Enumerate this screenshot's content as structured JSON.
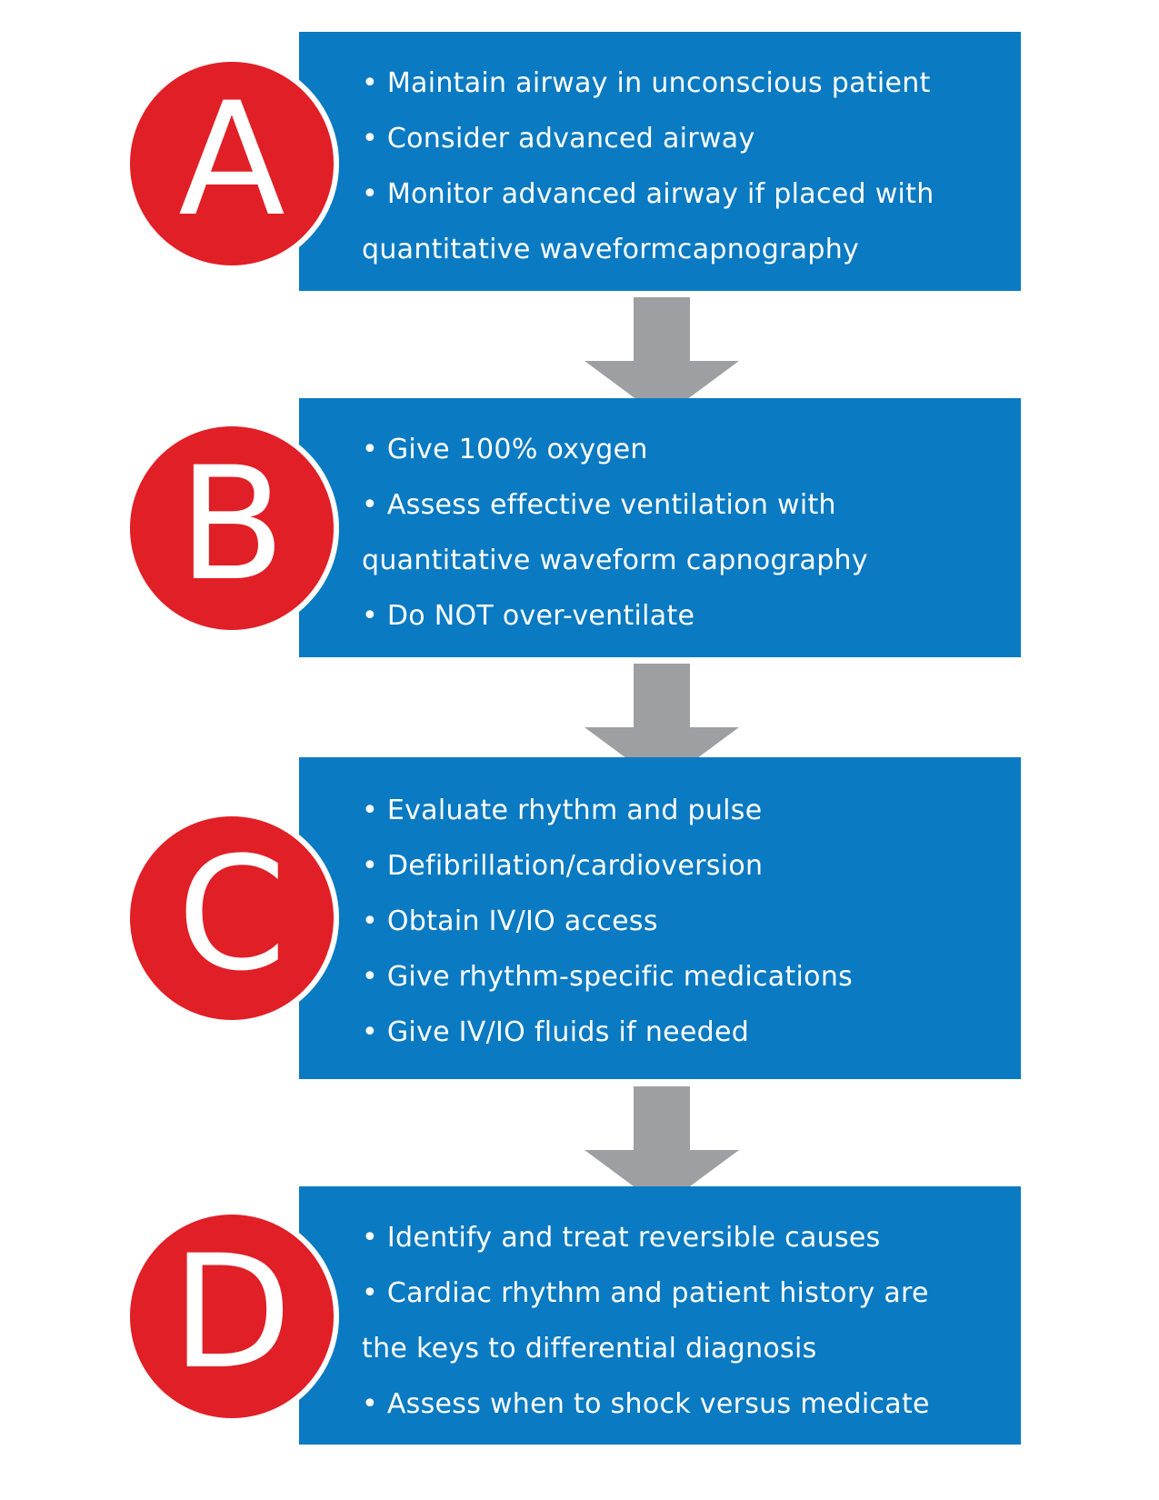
{
  "steps": [
    {
      "letter": "A",
      "lines": [
        "• Maintain airway in unconscious patient",
        "• Consider advanced airway",
        "• Monitor advanced airway if placed with",
        "quantitative waveformcapnography"
      ]
    },
    {
      "letter": "B",
      "lines": [
        "• Give 100% oxygen",
        "• Assess effective ventilation with",
        "quantitative waveform capnography",
        "• Do NOT over-ventilate"
      ]
    },
    {
      "letter": "C",
      "lines": [
        "• Evaluate rhythm and pulse",
        "• Defibrillation/cardioversion",
        "• Obtain IV/IO access",
        "• Give rhythm-specific medications",
        "• Give IV/IO fluids if needed"
      ]
    },
    {
      "letter": "D",
      "lines": [
        "• Identify and treat reversible causes",
        "• Cardiac rhythm and patient history are",
        "the keys to differential diagnosis",
        "• Assess when to shock versus medicate"
      ]
    }
  ],
  "colors": {
    "box": "#0a7ac2",
    "circle": "#e11f26",
    "arrow": "#9d9fa2",
    "text": "#ffffff"
  }
}
